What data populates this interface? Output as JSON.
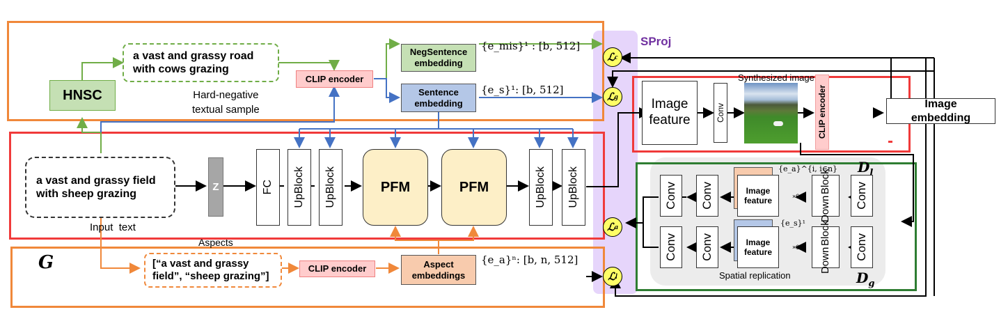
{
  "title_labels": {
    "sproj": "SProj",
    "generator": "G",
    "d_local": "D",
    "d_local_sub": "l",
    "d_global": "D",
    "d_global_sub": "g"
  },
  "text_branch": {
    "hnsc": "HNSC",
    "neg_sample_line1": "a vast and grassy road",
    "neg_sample_line2": "with cows grazing",
    "neg_caption_line1": "Hard-negative",
    "neg_caption_line2": "textual sample",
    "clip_encoder": "CLIP encoder",
    "neg_embedding_line1": "NegSentence",
    "neg_embedding_line2": "embedding",
    "sent_embedding_line1": "Sentence",
    "sent_embedding_line2": "embedding",
    "neg_dim": "{e_mis}¹ : [b, 512]",
    "sent_dim": "{e_s}¹: [b, 512]"
  },
  "generator": {
    "input_line1": "a vast and grassy field",
    "input_line2": "with sheep grazing",
    "input_caption": "Input  text",
    "z": "Z",
    "fc": "FC",
    "upblock": "UpBlock",
    "pfm": "PFM"
  },
  "aspect_branch": {
    "aspects_caption": "Aspects",
    "aspects_line1": "[“a vast and grassy",
    "aspects_line2": "field”, “sheep grazing”]",
    "clip_encoder": "CLIP encoder",
    "aspect_emb_line1": "Aspect",
    "aspect_emb_line2": "embeddings",
    "aspect_dim": "{e_a}ⁿ: [b, n, 512]"
  },
  "image_branch": {
    "image_feature_line1": "Image",
    "image_feature_line2": "feature",
    "conv": "Conv",
    "synth_caption": "Synthesized image",
    "clip_encoder": "CLIP encoder",
    "image_emb_line1": "Image",
    "image_emb_line2": "embedding"
  },
  "discriminator": {
    "conv": "Conv",
    "down_line1": "Down",
    "down_line2": "Block",
    "feat_line1": "Image",
    "feat_line2": "feature",
    "repeat": "×6",
    "aspect_sup": "{e_a}^{i, i∈n}",
    "sent_sup": "{e_s}¹",
    "spatial_caption": "Spatial replication"
  },
  "losses": {
    "lc": "c",
    "lg": "g",
    "la": "a",
    "ll": "l",
    "symbol": "ℒ"
  },
  "colors": {
    "orange": "#f0883a",
    "red": "#f03a3a",
    "green_frame": "#2e7d32",
    "green_line": "#70ad47",
    "blue_line": "#4472c4",
    "purple_bg": "#e6d5fb",
    "purple_text": "#7030a0",
    "pfm_fill": "#fdefc7",
    "neg_fill": "#c5e0b4",
    "sent_fill": "#b4c7e7",
    "aspect_fill": "#f8cbad",
    "clip_fill": "#ffcccc",
    "loss_fill": "#ffff66"
  }
}
